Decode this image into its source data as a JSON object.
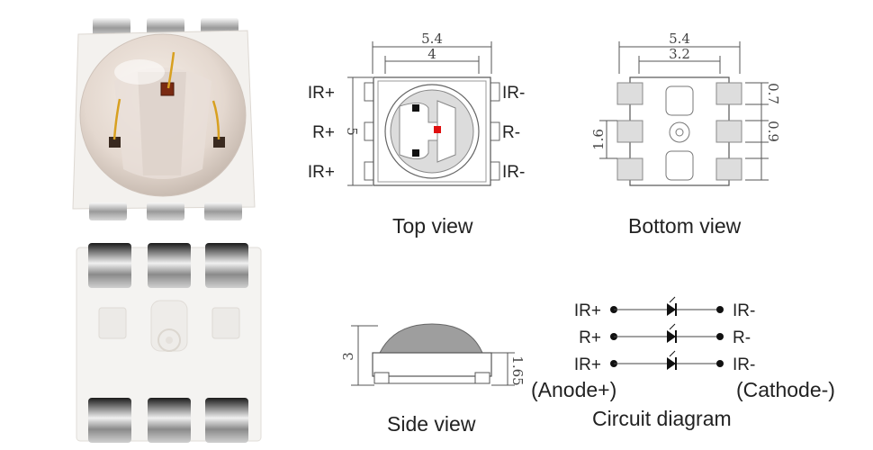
{
  "views": {
    "top": "Top view",
    "bottom": "Bottom view",
    "side": "Side view",
    "circuit": "Circuit diagram"
  },
  "top_view": {
    "width": "5.4",
    "inner_width": "4",
    "height": "5",
    "left_pins": [
      "IR+",
      "R+",
      "IR+"
    ],
    "right_pins": [
      "IR-",
      "R-",
      "IR-"
    ]
  },
  "bottom_view": {
    "width": "5.4",
    "inner_width": "3.2",
    "pad_pitch": "1.6",
    "pad_height": "0.7",
    "pad_gap": "0.9"
  },
  "side_view": {
    "height": "3",
    "body_height": "1.65"
  },
  "circuit": {
    "anodes": [
      "IR+",
      "R+",
      "IR+"
    ],
    "cathodes": [
      "IR-",
      "R-",
      "IR-"
    ],
    "anode_label": "(Anode+)",
    "cathode_label": "(Cathode-)"
  },
  "colors": {
    "red_die": "#e01010",
    "led_body": "#f2f0ec",
    "pad_metal": "#b8b8b8"
  }
}
